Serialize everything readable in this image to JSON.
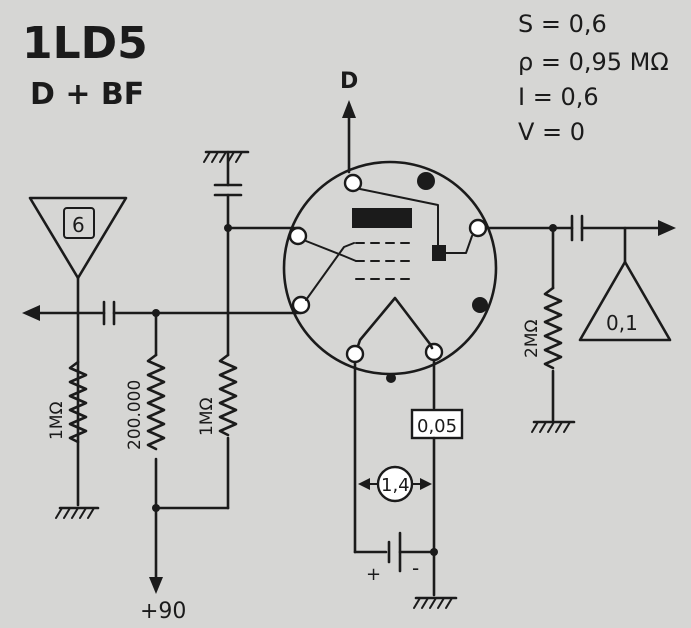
{
  "tube": {
    "name": "1LD5",
    "function": "D + BF"
  },
  "params": {
    "s": "S = 0,6",
    "rho": "ρ = 0,95 MΩ",
    "i": "I = 0,6",
    "v": "V = 0"
  },
  "labels": {
    "d_output": "D",
    "input_gain": "6",
    "output_gain": "0,1",
    "r_grid": "1MΩ",
    "r_load": "200.000",
    "r_screen": "1MΩ",
    "r_output": "2MΩ",
    "filament_current": "0,05",
    "filament_voltage": "1,4",
    "supply": "+90",
    "plus": "+",
    "minus": "-"
  }
}
